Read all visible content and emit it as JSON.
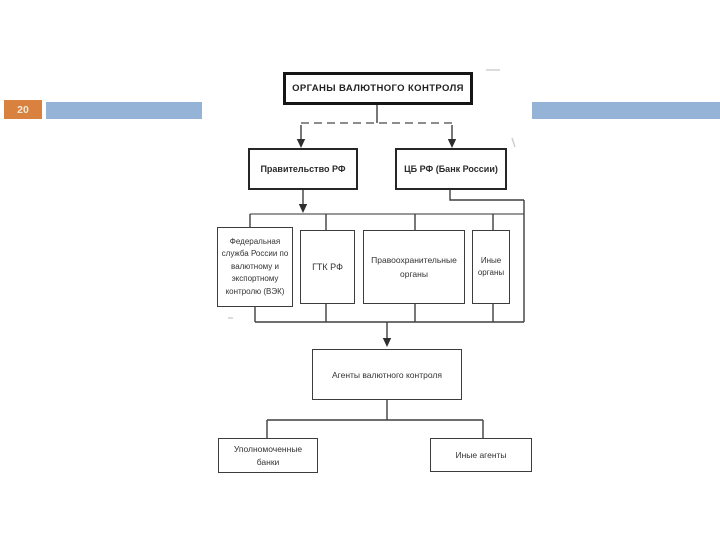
{
  "page": {
    "number": "20"
  },
  "colors": {
    "accent_orange": "#d9813f",
    "accent_blue": "#95b3d7",
    "line": "#3f3f3f"
  },
  "diagram": {
    "title": "ОРГАНЫ ВАЛЮТНОГО КОНТРОЛЯ",
    "nodes": {
      "government": {
        "label": "Правительство РФ"
      },
      "central_bank": {
        "label": "ЦБ РФ (Банк России)"
      },
      "vek": {
        "label": "Федеральная служба России по валютному и экспортному контролю (ВЭК)"
      },
      "gtk": {
        "label": "ГТК РФ"
      },
      "law_enforcement": {
        "label": "Правоохранительные органы"
      },
      "other_bodies": {
        "label": "Иные органы"
      },
      "agents": {
        "label": "Агенты валютного контроля"
      },
      "authorized_banks": {
        "label": "Уполномоченные банки"
      },
      "other_agents": {
        "label": "Иные агенты"
      }
    }
  }
}
